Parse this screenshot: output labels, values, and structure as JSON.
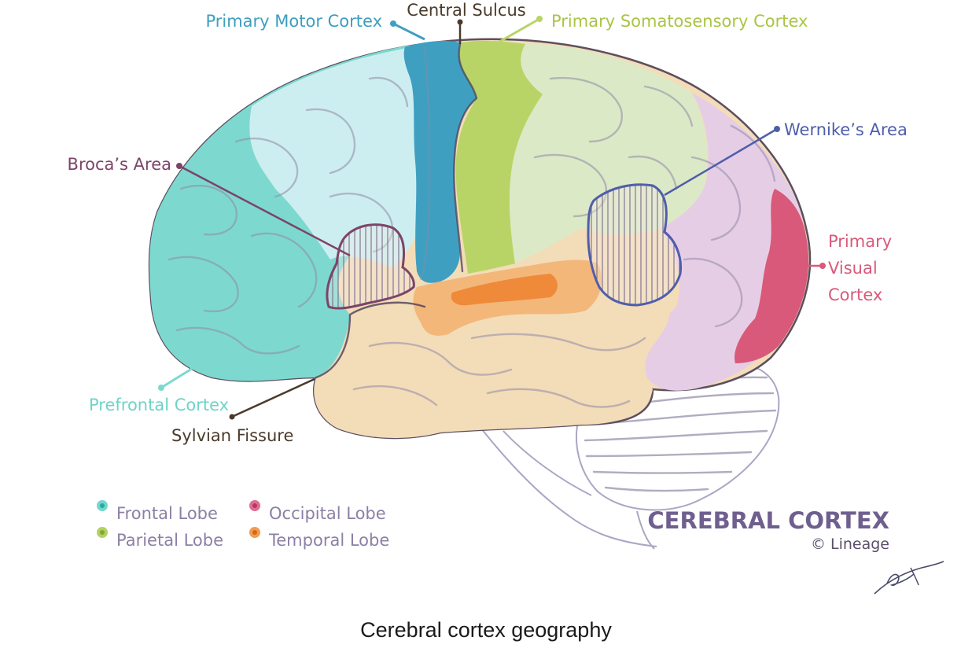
{
  "labels": {
    "primary_motor_cortex": "Primary Motor Cortex",
    "central_sulcus": "Central Sulcus",
    "primary_somatosensory_cortex": "Primary Somatosensory Cortex",
    "wernikes_area": "Wernike’s Area",
    "brocas_area": "Broca’s Area",
    "primary_visual_cortex": [
      "Primary",
      "Visual",
      "Cortex"
    ],
    "prefrontal_cortex": "Prefrontal Cortex",
    "sylvian_fissure": "Sylvian Fissure"
  },
  "legend": [
    {
      "label": "Frontal Lobe",
      "color": "#5ccfc4"
    },
    {
      "label": "Parietal Lobe",
      "color": "#a5c94a"
    },
    {
      "label": "Occipital Lobe",
      "color": "#d8557f"
    },
    {
      "label": "Temporal Lobe",
      "color": "#ee8a33"
    }
  ],
  "title": "CEREBRAL CORTEX",
  "credit": "© Lineage",
  "caption": "Cerebral cortex geography",
  "colors": {
    "frontal": "#7dd9cf",
    "frontal_light": "#cdeef0",
    "motor": "#3f9fc1",
    "somatosensory": "#b9d466",
    "parietal": "#dce9c6",
    "occipital_light": "#e6cde6",
    "visual": "#d9597a",
    "temporal": "#f3dcb8",
    "auditory": "#ef8a3a",
    "brocas": "#7c4468",
    "wernike": "#4f5eaa",
    "sylvian": "#4a3a2a"
  }
}
